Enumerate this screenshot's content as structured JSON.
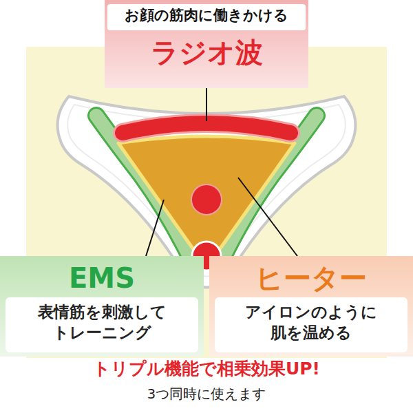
{
  "diagram": {
    "title": "トリプル機能で相乗効果UP!",
    "caption": "3つ同時に使えます",
    "nodes": [
      {
        "text": [
          "ラジオ波"
        ]
      },
      {
        "text": [
          "お顔の筋肉に働きかける"
        ],
        "in": 0
      },
      {
        "text": [
          "EMS"
        ]
      },
      {
        "text": [
          "表情筋を刺激して トレーニング"
        ],
        "in": 2
      },
      {
        "text": [
          "ヒーター"
        ]
      },
      {
        "text": [
          "アイロンのように 肌を温める"
        ],
        "in": 4
      }
    ]
  }
}
